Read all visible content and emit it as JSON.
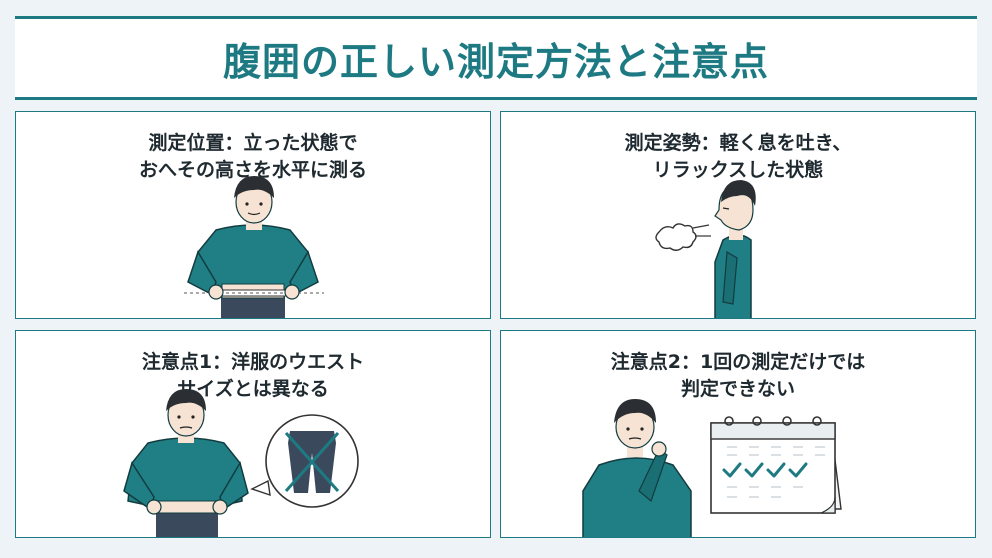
{
  "title": "腹囲の正しい測定方法と注意点",
  "panels": [
    {
      "line1": "測定位置：立った状態で",
      "line2": "おへその高さを水平に測る"
    },
    {
      "line1": "測定姿勢：軽く息を吐き、",
      "line2": "リラックスした状態"
    },
    {
      "line1": "注意点1：洋服のウエスト",
      "line2": "サイズとは異なる"
    },
    {
      "line1": "注意点2：1回の測定だけでは",
      "line2": "判定できない"
    }
  ],
  "icons": [
    "measuring-tape-icon",
    "breath-icon",
    "pants-crossed-icon",
    "calendar-check-icon"
  ],
  "colors": {
    "accent": "#1e7a82",
    "sweater": "#1f7f84",
    "hair": "#2b2f33",
    "skin": "#f6e3d4"
  }
}
